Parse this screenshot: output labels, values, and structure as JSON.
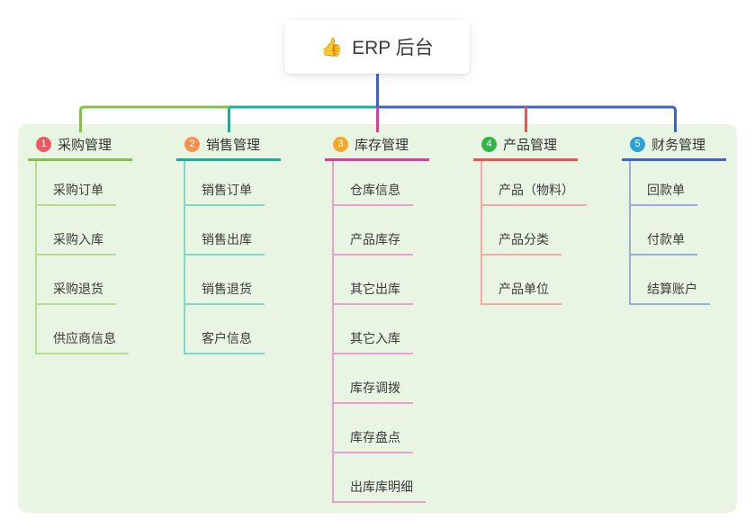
{
  "theme": {
    "panel_bg": "#e8f5e2",
    "root_connector_color": "#3e63cd"
  },
  "root": {
    "label": "ERP 后台",
    "emoji": "👍"
  },
  "branches": [
    {
      "badge": "1",
      "label": "采购管理",
      "color": "#84c044",
      "color_light": "#b9dd8e",
      "badge_color": "#f25862",
      "children": [
        "采购订单",
        "采购入库",
        "采购退货",
        "供应商信息"
      ]
    },
    {
      "badge": "2",
      "label": "销售管理",
      "color": "#17b0a0",
      "color_light": "#83d6ca",
      "badge_color": "#fa8e4d",
      "children": [
        "销售订单",
        "销售出库",
        "销售退货",
        "客户信息"
      ]
    },
    {
      "badge": "3",
      "label": "库存管理",
      "color": "#df3a9c",
      "color_light": "#ef9cce",
      "badge_color": "#f8a826",
      "children": [
        "仓库信息",
        "产品库存",
        "其它出库",
        "其它入库",
        "库存调拨",
        "库存盘点",
        "出库库明细"
      ]
    },
    {
      "badge": "4",
      "label": "产品管理",
      "color": "#f0534f",
      "color_light": "#f7a7a4",
      "badge_color": "#33b44a",
      "children": [
        "产品（物料）",
        "产品分类",
        "产品单位"
      ]
    },
    {
      "badge": "5",
      "label": "财务管理",
      "color": "#3e63cd",
      "color_light": "#97ace2",
      "badge_color": "#2ba1da",
      "children": [
        "回款单",
        "付款单",
        "结算账户"
      ]
    }
  ]
}
